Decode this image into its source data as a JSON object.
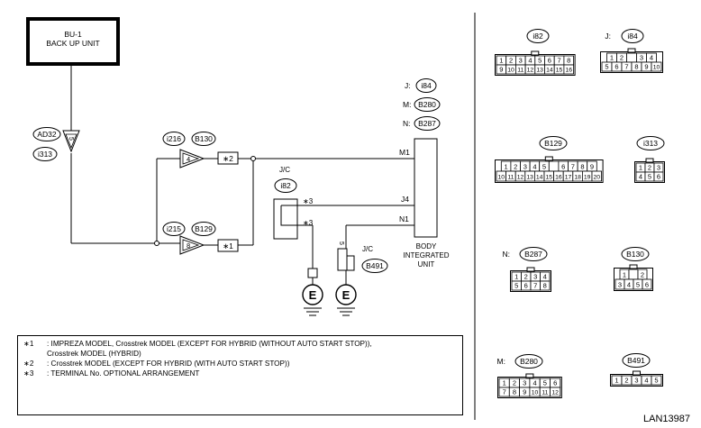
{
  "backup_unit": {
    "code": "BU-1",
    "name": "BACK UP UNIT"
  },
  "connectors": {
    "ad32": "AD32",
    "i313": "i313",
    "i216": "i216",
    "b130": "B130",
    "i215": "i215",
    "b129": "B129",
    "i82": "i82",
    "b491": "B491",
    "i84": "i84",
    "b280": "B280",
    "b287": "B287"
  },
  "pins": {
    "ad32_pin": "5",
    "i216_pin": "4",
    "i215_pin": "8",
    "jc_b491_pin": "5"
  },
  "model_keys": {
    "j": "J:",
    "m": "M:",
    "n": "N:"
  },
  "wire_labels": {
    "m1": "M1",
    "j4": "J4",
    "n1": "N1"
  },
  "jc_label": "J/C",
  "star_labels": {
    "s1": "∗1",
    "s2": "∗2",
    "s3a": "∗3",
    "s3b": "∗3"
  },
  "ground_symbol": "E",
  "body_unit": {
    "line1": "BODY",
    "line2": "INTEGRATED",
    "line3": "UNIT"
  },
  "notes": [
    {
      "key": "∗1",
      "text": ": IMPREZA MODEL, Crosstrek MODEL (EXCEPT FOR HYBRID (WITHOUT AUTO START STOP)),"
    },
    {
      "key": "",
      "text": "Crosstrek MODEL (HYBRID)"
    },
    {
      "key": "∗2",
      "text": ": Crosstrek MODEL (EXCEPT FOR HYBRID (WITH AUTO START STOP))"
    },
    {
      "key": "∗3",
      "text": ": TERMINAL No. OPTIONAL ARRANGEMENT"
    }
  ],
  "connector_views": {
    "i82": {
      "label": "i82",
      "row1": [
        "1",
        "2",
        "3",
        "4",
        "5",
        "6",
        "7",
        "8"
      ],
      "row2": [
        "9",
        "10",
        "11",
        "12",
        "13",
        "14",
        "15",
        "16"
      ]
    },
    "i84": {
      "prefix": "J:",
      "label": "i84",
      "row1": [
        "1",
        "2",
        "",
        "3",
        "4"
      ],
      "row2": [
        "5",
        "6",
        "7",
        "8",
        "9",
        "10"
      ]
    },
    "b129": {
      "label": "B129",
      "row1": [
        "1",
        "2",
        "3",
        "4",
        "5",
        "",
        "6",
        "7",
        "8",
        "9"
      ],
      "row2": [
        "10",
        "11",
        "12",
        "13",
        "14",
        "15",
        "16",
        "17",
        "18",
        "19",
        "20"
      ]
    },
    "i313": {
      "label": "i313",
      "row1": [
        "1",
        "2",
        "3"
      ],
      "row2": [
        "4",
        "5",
        "6"
      ]
    },
    "b287": {
      "prefix": "N:",
      "label": "B287",
      "row1": [
        "1",
        "2",
        "3",
        "4"
      ],
      "row2": [
        "5",
        "6",
        "7",
        "8"
      ]
    },
    "b130": {
      "label": "B130",
      "row1": [
        "1",
        "",
        "2"
      ],
      "row2": [
        "3",
        "4",
        "5",
        "6"
      ]
    },
    "b280": {
      "prefix": "M:",
      "label": "B280",
      "row1": [
        "1",
        "2",
        "3",
        "4",
        "5",
        "6"
      ],
      "row2": [
        "7",
        "8",
        "9",
        "10",
        "11",
        "12"
      ]
    },
    "b491": {
      "label": "B491",
      "row1": [
        "1",
        "2",
        "3",
        "4",
        "5"
      ]
    }
  },
  "figure_code": "LAN13987"
}
